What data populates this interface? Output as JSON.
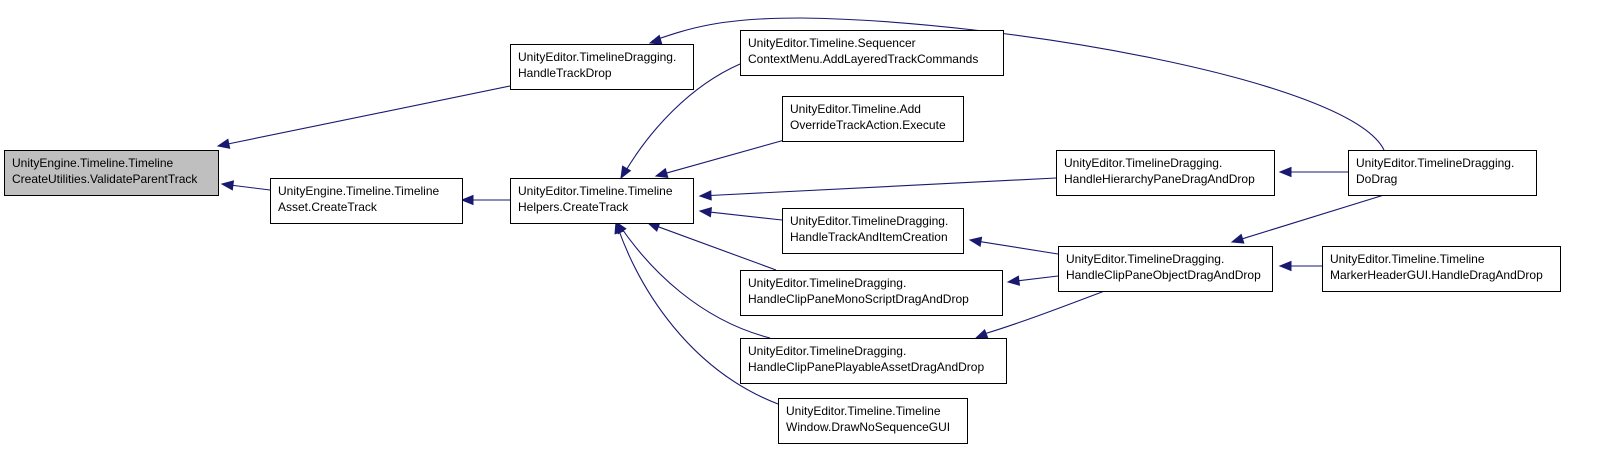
{
  "graph": {
    "edge_color": "#191970",
    "root_fill": "#bfbfbf",
    "node_fill": "#ffffff",
    "nodes": [
      {
        "id": "validate_parent_track",
        "name": "node-validate-parent-track",
        "lines": [
          "UnityEngine.Timeline.Timeline",
          "CreateUtilities.ValidateParentTrack"
        ],
        "root": true
      },
      {
        "id": "handle_track_drop",
        "name": "node-handle-track-drop",
        "lines": [
          "UnityEditor.TimelineDragging.",
          "HandleTrackDrop"
        ]
      },
      {
        "id": "asset_create_track",
        "name": "node-timeline-asset-create-track",
        "lines": [
          "UnityEngine.Timeline.Timeline",
          "Asset.CreateTrack"
        ]
      },
      {
        "id": "helpers_create_track",
        "name": "node-timeline-helpers-create-track",
        "lines": [
          "UnityEditor.Timeline.Timeline",
          "Helpers.CreateTrack"
        ]
      },
      {
        "id": "sequencer_context_menu",
        "name": "node-sequencer-context-menu",
        "lines": [
          "UnityEditor.Timeline.Sequencer",
          "ContextMenu.AddLayeredTrackCommands"
        ]
      },
      {
        "id": "add_override_track",
        "name": "node-add-override-track-action",
        "lines": [
          "UnityEditor.Timeline.Add",
          "OverrideTrackAction.Execute"
        ]
      },
      {
        "id": "handle_track_and_item",
        "name": "node-handle-track-and-item-creation",
        "lines": [
          "UnityEditor.TimelineDragging.",
          "HandleTrackAndItemCreation"
        ]
      },
      {
        "id": "handle_mono_script",
        "name": "node-handle-clip-pane-mono-script",
        "lines": [
          "UnityEditor.TimelineDragging.",
          "HandleClipPaneMonoScriptDragAndDrop"
        ]
      },
      {
        "id": "handle_playable_asset",
        "name": "node-handle-clip-pane-playable-asset",
        "lines": [
          "UnityEditor.TimelineDragging.",
          "HandleClipPanePlayableAssetDragAndDrop"
        ]
      },
      {
        "id": "draw_no_sequence",
        "name": "node-draw-no-sequence-gui",
        "lines": [
          "UnityEditor.Timeline.Timeline",
          "Window.DrawNoSequenceGUI"
        ]
      },
      {
        "id": "handle_hierarchy_pane",
        "name": "node-handle-hierarchy-pane",
        "lines": [
          "UnityEditor.TimelineDragging.",
          "HandleHierarchyPaneDragAndDrop"
        ]
      },
      {
        "id": "handle_clip_pane_object",
        "name": "node-handle-clip-pane-object",
        "lines": [
          "UnityEditor.TimelineDragging.",
          "HandleClipPaneObjectDragAndDrop"
        ]
      },
      {
        "id": "do_drag",
        "name": "node-do-drag",
        "lines": [
          "UnityEditor.TimelineDragging.",
          "DoDrag"
        ]
      },
      {
        "id": "marker_header_gui",
        "name": "node-marker-header-gui",
        "lines": [
          "UnityEditor.Timeline.Timeline",
          "MarkerHeaderGUI.HandleDragAndDrop"
        ]
      }
    ],
    "edges": [
      {
        "from": "handle_track_drop",
        "to": "validate_parent_track"
      },
      {
        "from": "asset_create_track",
        "to": "validate_parent_track"
      },
      {
        "from": "do_drag",
        "to": "handle_track_drop"
      },
      {
        "from": "helpers_create_track",
        "to": "asset_create_track"
      },
      {
        "from": "sequencer_context_menu",
        "to": "helpers_create_track"
      },
      {
        "from": "add_override_track",
        "to": "helpers_create_track"
      },
      {
        "from": "handle_hierarchy_pane",
        "to": "helpers_create_track"
      },
      {
        "from": "handle_track_and_item",
        "to": "helpers_create_track"
      },
      {
        "from": "handle_mono_script",
        "to": "helpers_create_track"
      },
      {
        "from": "handle_playable_asset",
        "to": "helpers_create_track"
      },
      {
        "from": "draw_no_sequence",
        "to": "helpers_create_track"
      },
      {
        "from": "do_drag",
        "to": "handle_hierarchy_pane"
      },
      {
        "from": "handle_clip_pane_object",
        "to": "handle_track_and_item"
      },
      {
        "from": "handle_clip_pane_object",
        "to": "handle_mono_script"
      },
      {
        "from": "handle_clip_pane_object",
        "to": "handle_playable_asset"
      },
      {
        "from": "do_drag",
        "to": "handle_clip_pane_object"
      },
      {
        "from": "marker_header_gui",
        "to": "handle_clip_pane_object"
      }
    ]
  }
}
